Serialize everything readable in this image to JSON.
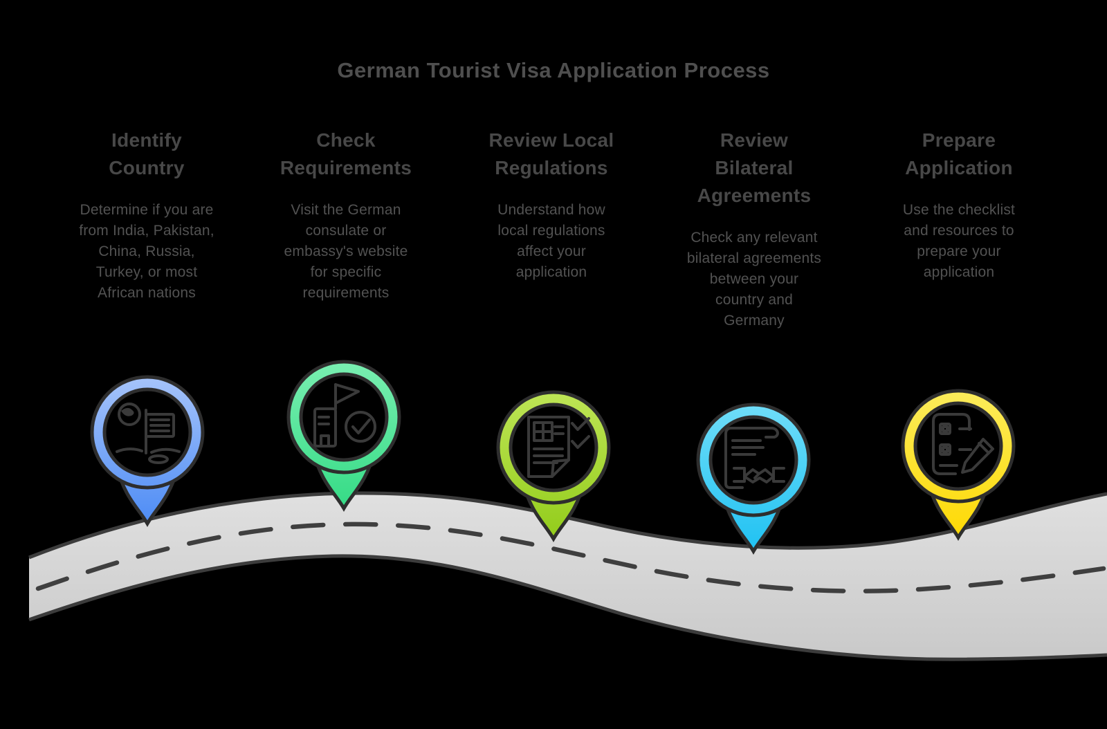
{
  "title": "German Tourist Visa Application Process",
  "colors": {
    "background": "#000000",
    "title_text": "#4f4f4f",
    "step_title_text": "#484848",
    "step_body_text": "#525252",
    "pin_outline": "#2e2e2e",
    "icon_stroke": "#3a3a3a"
  },
  "road": {
    "surface_top": "#e0e0e0",
    "surface_bottom": "#c9c9c9",
    "edge": "#3c3c3c",
    "centerline": "#3f3f3f"
  },
  "steps": [
    {
      "title": "Identify\nCountry",
      "description": "Determine if you are\nfrom India, Pakistan,\nChina, Russia,\nTurkey, or most\nAfrican nations",
      "icon": "globe-signpost-icon",
      "pin": {
        "top": "#a8c5fa",
        "bottom": "#4c8bf5"
      }
    },
    {
      "title": "Check\nRequirements",
      "description": "Visit the German\nconsulate or\nembassy's website\nfor specific\nrequirements",
      "icon": "building-check-icon",
      "pin": {
        "top": "#7befb2",
        "bottom": "#34db85"
      }
    },
    {
      "title": "Review Local\nRegulations",
      "description": "Understand how\nlocal regulations\naffect your\napplication",
      "icon": "document-checklist-icon",
      "pin": {
        "top": "#bfe557",
        "bottom": "#92cc1a"
      }
    },
    {
      "title": "Review\nBilateral\nAgreements",
      "description": "Check any relevant\nbilateral agreements\nbetween your\ncountry and\nGermany",
      "icon": "contract-handshake-icon",
      "pin": {
        "top": "#71def9",
        "bottom": "#1fc1f2"
      }
    },
    {
      "title": "Prepare\nApplication",
      "description": "Use the checklist\nand resources to\nprepare your\napplication",
      "icon": "form-pencil-icon",
      "pin": {
        "top": "#fbec5d",
        "bottom": "#fed903"
      }
    }
  ]
}
